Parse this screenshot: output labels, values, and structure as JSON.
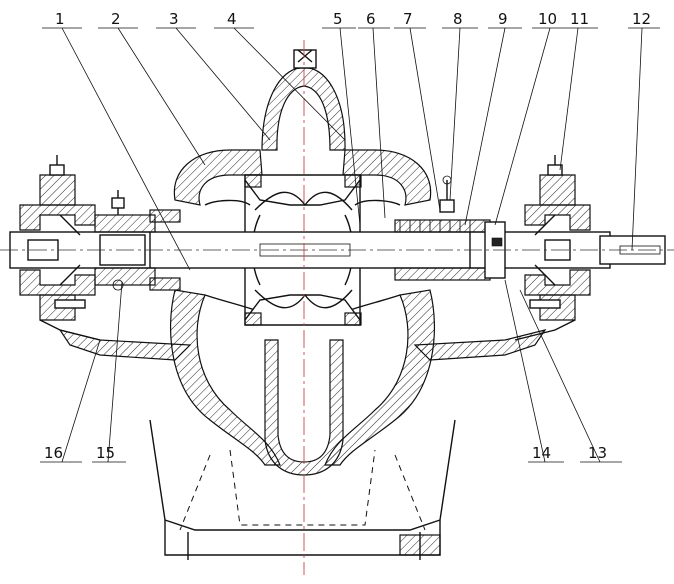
{
  "callouts_top": [
    "1",
    "2",
    "3",
    "4",
    "5",
    "6",
    "7",
    "8",
    "9",
    "10",
    "11",
    "12"
  ],
  "callouts_bottom": [
    "16",
    "15",
    "14",
    "13"
  ],
  "colors": {
    "line": "#111111",
    "centerline": "#cc4444",
    "background": "#ffffff"
  }
}
